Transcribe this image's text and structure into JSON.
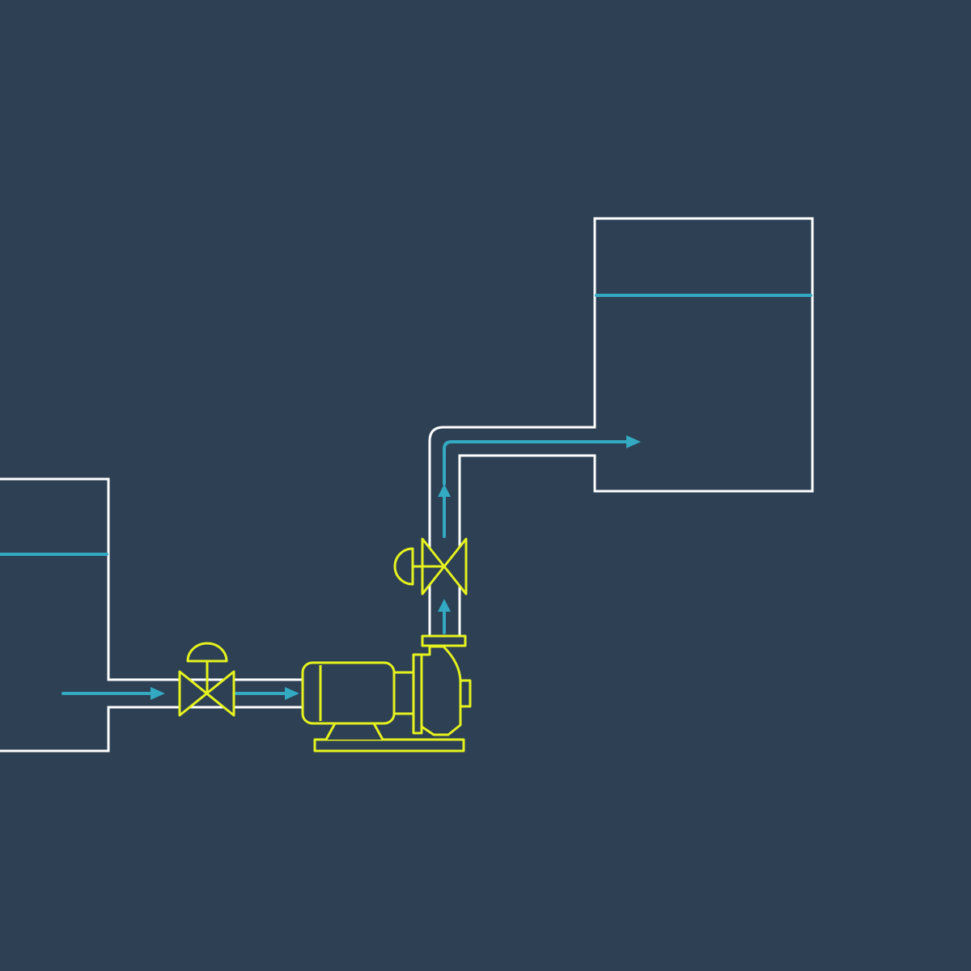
{
  "colors": {
    "background": "#2d4054",
    "pipe_outline": "#ffffff",
    "flow": "#33a9c2",
    "equipment": "#e5f21e"
  },
  "diagram": {
    "components": [
      {
        "id": "source-tank",
        "icon": "tank"
      },
      {
        "id": "suction-valve",
        "icon": "diaphragm-valve"
      },
      {
        "id": "centrifugal-pump",
        "icon": "pump"
      },
      {
        "id": "discharge-valve",
        "icon": "diaphragm-valve"
      },
      {
        "id": "destination-tank",
        "icon": "tank"
      }
    ],
    "flow_direction": [
      "source-tank",
      "suction-valve",
      "centrifugal-pump",
      "discharge-valve",
      "destination-tank"
    ]
  }
}
